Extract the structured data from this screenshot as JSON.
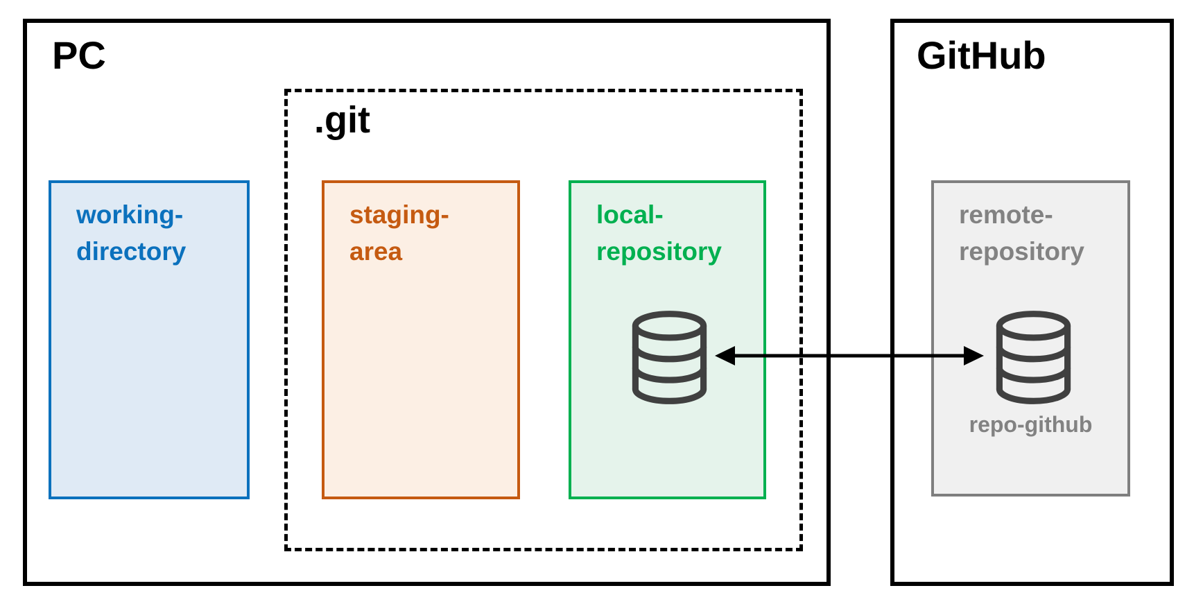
{
  "pc": {
    "label": "PC"
  },
  "github": {
    "label": "GitHub"
  },
  "git_folder": {
    "label": ".git"
  },
  "boxes": {
    "working_directory": {
      "line1": "working-",
      "line2": "directory"
    },
    "staging_area": {
      "line1": "staging-",
      "line2": "area"
    },
    "local_repository": {
      "line1": "local-",
      "line2": "repository"
    },
    "remote_repository": {
      "line1": "remote-",
      "line2": "repository",
      "caption": "repo-github"
    }
  },
  "icons": {
    "local_db": "database-icon",
    "remote_db": "database-icon",
    "arrow": "bidirectional-arrow"
  },
  "colors": {
    "outline": "#000000",
    "blue": "#0b71bd",
    "blue_fill": "#dfeaf5",
    "orange": "#c55a11",
    "orange_fill": "#fcefe4",
    "green": "#00b050",
    "green_fill": "#e5f3eb",
    "gray_border": "#7f7f7f",
    "gray_text": "#828282",
    "gray_fill": "#f0f0f0",
    "db_icon": "#404040"
  }
}
